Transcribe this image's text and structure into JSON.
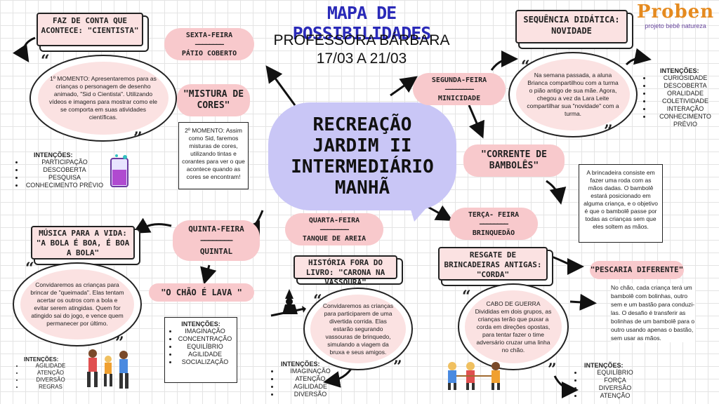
{
  "header": {
    "title": "MAPA DE POSSIBILIDADES",
    "teacher": "PROFESSORA BÁRBARA",
    "dates": "17/03 A 21/03"
  },
  "logo": {
    "name": "Proben",
    "tagline": "projeto bebê natureza"
  },
  "center": {
    "lines": [
      "RECREAÇÃO",
      "JARDIM II",
      "INTERMEDIÁRIO",
      "MANHÃ"
    ]
  },
  "monday": {
    "day": "SEGUNDA-FEIRA",
    "dash": "————————",
    "place": "MINICIDADE",
    "section_title": "SEQUÊNCIA DIDÁTICA: NOVIDADE",
    "text": "Na semana passada, a aluna Brianca compartilhou com a turma o pião antigo de sua mãe. Agora, chegou a vez da Lara Leite compartilhar sua \"novidade\" com a turma.",
    "activity": "\"CORRENTE DE BAMBOLÊS\"",
    "activity_text": "A brincadeira consiste em fazer uma roda com as mãos dadas. O bambolê estará posicionado em alguma criança, e o objetivo é que o bambolê passe por todas as crianças sem que eles soltem as mãos.",
    "intentions_title": "INTENÇÕES:",
    "intentions": [
      "CURIOSIDADE",
      "DESCOBERTA",
      "ORALIDADE",
      "COLETIVIDADE",
      "INTERAÇÃO",
      "CONHECIMENTO PRÉVIO"
    ]
  },
  "tuesday": {
    "day": "TERÇA- FEIRA",
    "dash": "————————",
    "place": "BRINQUEDÃO",
    "section_title": "RESGATE DE BRINCADEIRAS ANTIGAS: \"CORDA\"",
    "text_title": "CABO DE GUERRA",
    "text": "Divididas em dois grupos, as crianças terão que puxar a corda em direções opostas, para tentar fazer o time adversário cruzar uma linha no chão.",
    "activity": "\"PESCARIA DIFERENTE\"",
    "activity_text": "No chão, cada criança terá um bambolê com bolinhas, outro sem e um bastão para conduzi-las. O desafio é transferir as bolinhas de um bambolê para o outro usando apenas o bastão, sem usar as mãos.",
    "intentions_title": "INTENÇÕES:",
    "intentions": [
      "EQUILÍBRIO",
      "FORÇA",
      "DIVERSÃO",
      "ATENÇÃO"
    ]
  },
  "wednesday": {
    "day": "QUARTA-FEIRA",
    "dash": "————————",
    "place": "TANQUE DE AREIA",
    "section_title": "HISTÓRIA FORA DO LIVRO: \"CARONA NA VASSOURA\"",
    "text": "Convidaremos as crianças para participarem de uma divertida corrida. Elas estarão segurando vassouras de brinquedo, simulando a viagem da bruxa e seus amigos.",
    "intentions_title": "INTENÇÕES:",
    "intentions": [
      "IMAGINAÇÃO",
      "ATENÇÃO",
      "AGILIDADE",
      "DIVERSÃO"
    ]
  },
  "thursday": {
    "day": "QUINTA-FEIRA",
    "dash": "————————",
    "place": "QUINTAL",
    "section_title": "MÚSICA PARA A VIDA: \"A BOLA É BOA, É BOA A BOLA\"",
    "text": "Convidaremos as crianças para brincar de \"queimada\". Elas tentam acertar os outros com a bola e evitar serem atingidas. Quem for atingido sai do jogo, e vence quem permanecer por último.",
    "activity": "\"O CHÃO É LAVA \"",
    "intentions_title": "INTENÇÕES:",
    "intentions": [
      "IMAGINAÇÃO",
      "CONCENTRAÇÃO",
      "EQUILÍBRIO",
      "AGILIDADE",
      "SOCIALIZAÇÃO"
    ],
    "intentions2_title": "INTENÇÕES:",
    "intentions2": [
      "AGILIDADE",
      "ATENÇÃO",
      "DIVERSÃO",
      "REGRAS"
    ]
  },
  "friday": {
    "day": "SEXTA-FEIRA",
    "dash": "————————",
    "place": "PÁTIO COBERTO",
    "section_title": "FAZ DE CONTA QUE ACONTECE: \"CIENTISTA\"",
    "text": "1º MOMENTO: Apresentaremos para as crianças o personagem de desenho animado, \"Sid o Cientista\". Utilizando vídeos e imagens para mostrar como ele se comporta em suas atividades científicas.",
    "activity": "\"MISTURA DE CORES\"",
    "activity_text": "2º MOMENTO: Assim como Sid, faremos misturas de cores, utilizando tintas e corantes para ver o que acontece quando as cores se encontram!",
    "intentions_title": "INTENÇÕES:",
    "intentions": [
      "PARTICIPAÇÃO",
      "DESCOBERTA",
      "PESQUISA",
      "CONHECIMENTO PRÉVIO"
    ]
  },
  "glyphs": {
    "open_quote": "“",
    "close_quote": "”"
  },
  "icons": {
    "witch": "witch-icon",
    "beaker": "beaker-icon",
    "kids": "kids-icon"
  },
  "colors": {
    "title": "#2a2ab8",
    "center": "#c9c6f6",
    "pink": "#f8c9cc",
    "card": "#fbe2e2",
    "logo": "#e58a1f"
  }
}
